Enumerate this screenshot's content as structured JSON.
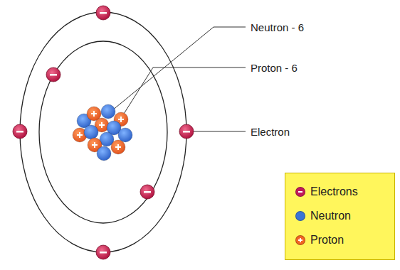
{
  "diagram": {
    "labels": [
      "Neutron - 6",
      "Proton - 6",
      "Electron"
    ],
    "legend": [
      {
        "text": "Electrons",
        "color": "#c2185b"
      },
      {
        "text": "Neutron",
        "color": "#3a74d6"
      },
      {
        "text": "Proton",
        "color": "#f26522"
      }
    ]
  }
}
